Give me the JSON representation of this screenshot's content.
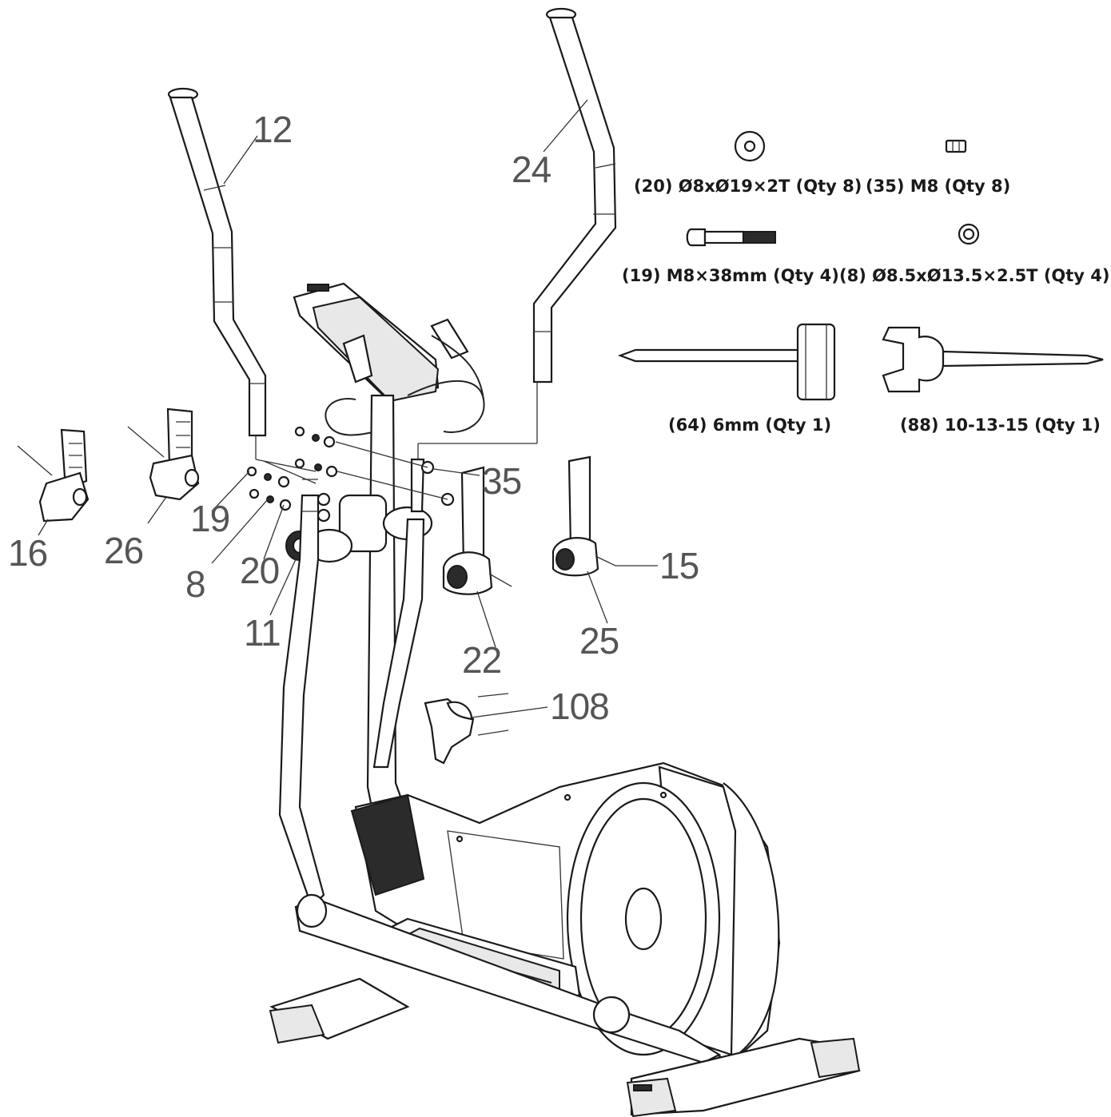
{
  "callouts": {
    "c12": "12",
    "c24": "24",
    "c35": "35",
    "c19": "19",
    "c16": "16",
    "c26": "26",
    "c8": "8",
    "c20": "20",
    "c11": "11",
    "c22": "22",
    "c15": "15",
    "c25": "25",
    "c108": "108"
  },
  "hardware": {
    "washer_large": "(20)  Ø8xØ19×2T (Qty 8)",
    "nut": "(35)  M8 (Qty 8)",
    "bolt": "(19)  M8×38mm (Qty 4)",
    "washer_small": "(8)  Ø8.5xØ13.5×2.5T (Qty 4)",
    "allen_key": "(64)  6mm (Qty 1)",
    "wrench": "(88)  10-13-15 (Qty 1)"
  }
}
